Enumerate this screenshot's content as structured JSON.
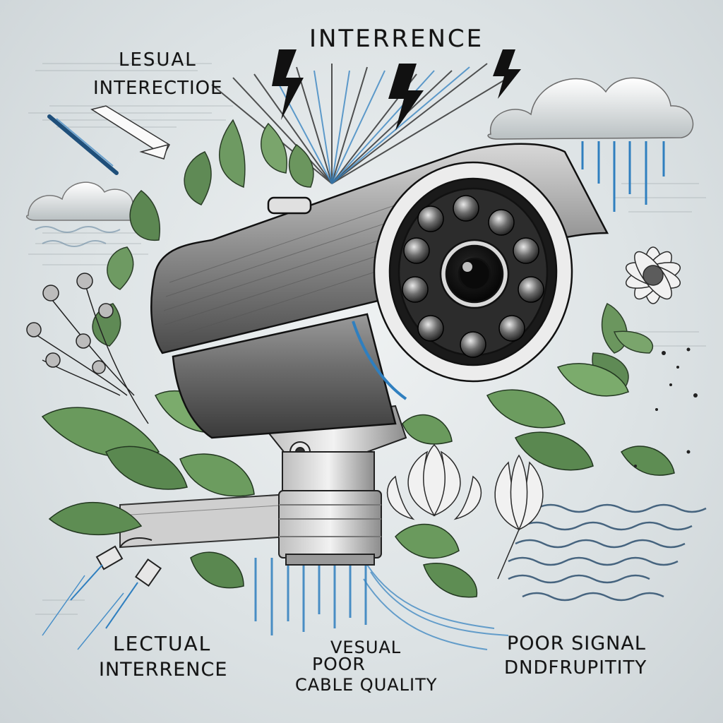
{
  "labels": {
    "top_title": "INTERRENCE",
    "top_left_line1": "LESUAL",
    "top_left_line2": "INTERECTIOE",
    "bottom_left_line1": "LECTUAL",
    "bottom_left_line2": "INTERRENCE",
    "bottom_center_line1": "VESUAL",
    "bottom_center_line2": "POOR",
    "bottom_center_line3": "CABLE QUALITY",
    "bottom_right_line1": "POOR SIGNAL",
    "bottom_right_line2": "DNDFRUPITITY"
  },
  "illustration": {
    "subject": "security-camera",
    "elements": [
      "lightning-bolts",
      "storm-cloud-with-rain",
      "small-cloud",
      "foliage",
      "flowers",
      "water-waves",
      "cable-connectors",
      "blue-signal-lines"
    ]
  },
  "colors": {
    "background": "#dfe4e6",
    "ink": "#141414",
    "leaf_green": "#5e8a55",
    "signal_blue": "#2f7fbf",
    "camera_gray": "#6f6f6f"
  }
}
